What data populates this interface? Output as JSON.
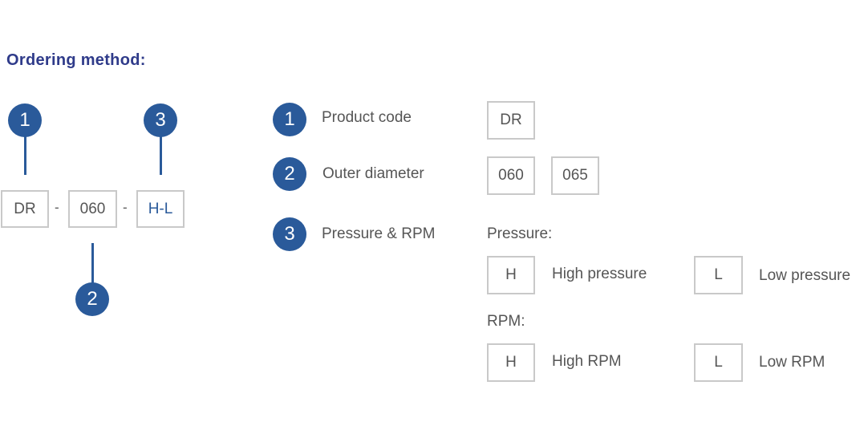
{
  "title": "Ordering method:",
  "diagram": {
    "codes": [
      "DR",
      "060",
      "H-L"
    ],
    "separator": "-",
    "markers": [
      "1",
      "2",
      "3"
    ]
  },
  "legend": {
    "items": [
      {
        "num": "1",
        "label": "Product code",
        "values": [
          "DR"
        ]
      },
      {
        "num": "2",
        "label": "Outer diameter",
        "values": [
          "060",
          "065"
        ]
      },
      {
        "num": "3",
        "label": "Pressure & RPM"
      }
    ],
    "pressure": {
      "heading": "Pressure:",
      "options": [
        {
          "code": "H",
          "desc": "High pressure"
        },
        {
          "code": "L",
          "desc": "Low pressure"
        }
      ]
    },
    "rpm": {
      "heading": "RPM:",
      "options": [
        {
          "code": "H",
          "desc": "High RPM"
        },
        {
          "code": "L",
          "desc": "Low RPM"
        }
      ]
    }
  },
  "colors": {
    "accent": "#2a5a9a",
    "title": "#2f3b8a",
    "box_border": "#c9c9c9",
    "text": "#555555"
  }
}
